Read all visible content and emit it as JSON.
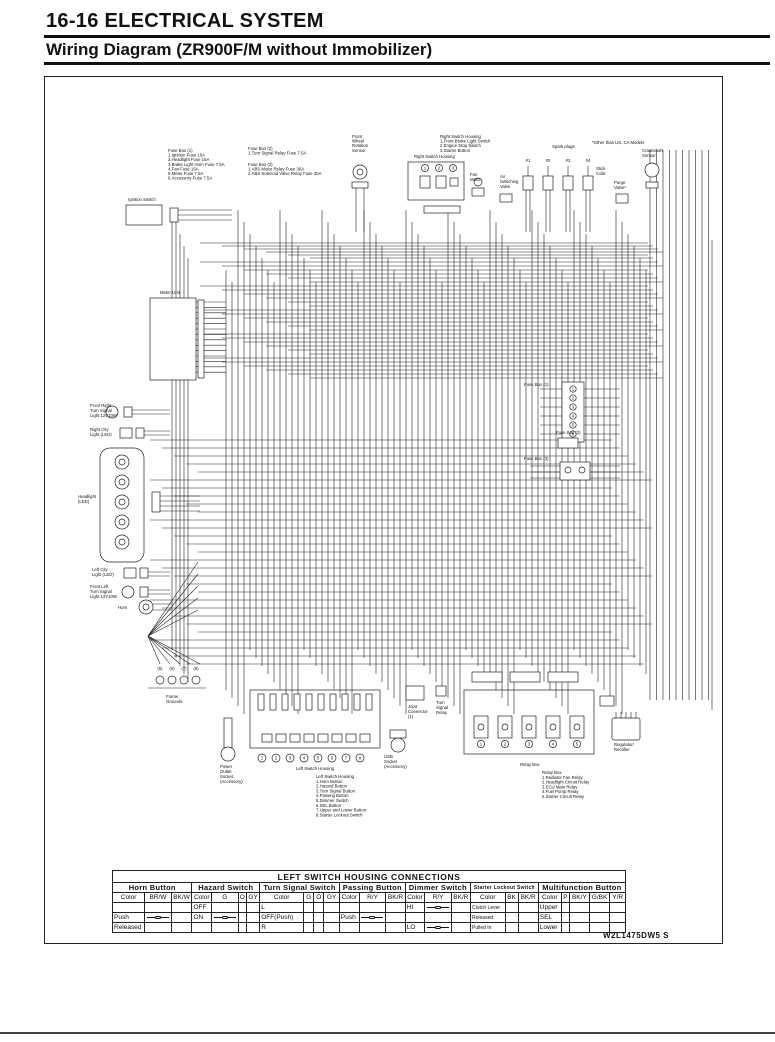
{
  "header": {
    "section": "16-16 ELECTRICAL SYSTEM",
    "title": "Wiring Diagram (ZR900F/M without Immobilizer)"
  },
  "diagram_code": "W2L1475DW5  S",
  "labels": {
    "fuse_box1_title": "Fuse Box (1)",
    "fuse_box1_items": [
      "1.Ignition Fuse 10A",
      "2.Headlight Fuse 15A",
      "3.Brake Light Horn Fuse 7.5A",
      "4.Fan Fuse 15A",
      "5.Meter Fuse 7.5A",
      "6.Accessory Fuse 7.5A"
    ],
    "fuse_box2_title": "Fuse Box (2)",
    "fuse_box2_items": [
      "1.Turn Signal Relay Fuse 7.5A"
    ],
    "fuse_box3_title": "Fuse Box (3)",
    "fuse_box3_items": [
      "1.ABS Motor Relay Fuse 30A",
      "2.ABS Solenoid Valve Relay Fuse 30A"
    ],
    "front_wheel_sensor": [
      "Front",
      "Wheel",
      "Rotation",
      "Sensor"
    ],
    "right_switch_title": "Right Switch Housing",
    "right_switch_items": [
      "1.Front Brake Light Switch",
      "2.Engine Stop Switch",
      "3.Starter Button"
    ],
    "right_switch_housing": "Right Switch Housing",
    "other_than": "*Other than US, CA Models",
    "crankshaft": [
      "Crankshaft",
      "Sensor"
    ],
    "fan_motor": [
      "Fan",
      "Motor"
    ],
    "air_switching": [
      "Air",
      "Switching",
      "Valve"
    ],
    "spark_plugs": "Spark plugs",
    "stick_coils": [
      "Stick",
      "Coils"
    ],
    "purge_valve": [
      "Purge",
      "Valve*"
    ],
    "cylinders": [
      "#1",
      "#2",
      "#3",
      "#4"
    ],
    "ignition_switch": "Ignition Switch",
    "meter_unit": "Meter Unit",
    "front_right_turn": [
      "Front Right",
      "Turn Signal",
      "Light 12V10W"
    ],
    "right_city": [
      "Right City",
      "Light (LED)"
    ],
    "headlight": [
      "Headlight",
      "(LED)"
    ],
    "left_city": [
      "Left City",
      "Light (LED)"
    ],
    "front_left_turn": [
      "Front Left",
      "Turn Signal",
      "Light 12V10W"
    ],
    "horn": "Horn",
    "frame_grounds": [
      "Frame",
      "Grounds"
    ],
    "ground_nums": [
      "(5)",
      "(6)",
      "(7)",
      "(8)"
    ],
    "fuse_box1_block": "Fuse Box (1)",
    "fuse_box2_block": "Fuse Box (2)",
    "fuse_box3_block": "Fuse Box (3)",
    "power_outlet": [
      "Power",
      "Outlet",
      "Socket",
      "(Accessory)"
    ],
    "left_switch_housing": "Left Switch Housing",
    "left_switch_title": "Left Switch Housing",
    "left_switch_items": [
      "1.Horn Button",
      "2.Hazard Button",
      "3.Turn Signal Button",
      "4.Passing Button",
      "5.Dimmer Switch",
      "6.SEL Button",
      "7.Upper and Lower Button",
      "8.Starter Lockout Switch"
    ],
    "usb_socket": [
      "USB",
      "Socket",
      "(Accessory)"
    ],
    "joint_connector": [
      "Joint",
      "Connector",
      "(1)"
    ],
    "turn_signal_relay": [
      "Turn",
      "Signal",
      "Relay"
    ],
    "relay_box": "Relay Box",
    "relay_box_title": "Relay Box",
    "relay_box_items": [
      "1.Radiator Fan Relay",
      "2.Headlight Circuit Relay",
      "3.ECU Main Relay",
      "4.Fuel Pump Relay",
      "5.Starter Circuit Relay"
    ],
    "regulator": [
      "Regulator/",
      "Rectifier"
    ],
    "ls_nums": [
      "1",
      "2",
      "3",
      "4",
      "5",
      "6",
      "7",
      "8"
    ],
    "rb_nums": [
      "1",
      "2",
      "3",
      "4",
      "5"
    ],
    "rs_nums": [
      "1",
      "2",
      "3"
    ]
  },
  "table": {
    "title": "LEFT SWITCH HOUSING CONNECTIONS",
    "groups": [
      "Horn Button",
      "Hazard Switch",
      "Turn Signal Switch",
      "Passing Button",
      "Dimmer Switch",
      "Starter Lockout Switch",
      "Multifunction Button"
    ],
    "horn": {
      "header": [
        "Color",
        "BR/W",
        "BK/W"
      ],
      "rows": [
        [
          "",
          "",
          ""
        ],
        [
          "Push",
          "conn",
          ""
        ],
        [
          "Released",
          "",
          ""
        ]
      ]
    },
    "hazard": {
      "header": [
        "Color",
        "G",
        "O",
        "GY"
      ],
      "rows": [
        [
          "OFF",
          "",
          "",
          ""
        ],
        [
          "ON",
          "conn",
          "",
          ""
        ],
        [
          "",
          "",
          "",
          ""
        ]
      ]
    },
    "turn": {
      "header": [
        "Color",
        "G",
        "O",
        "GY"
      ],
      "rows": [
        [
          "L",
          "",
          "",
          ""
        ],
        [
          "OFF(Push)",
          "",
          "",
          ""
        ],
        [
          "R",
          "",
          "",
          ""
        ]
      ]
    },
    "passing": {
      "header": [
        "Color",
        "R/Y",
        "BK/R"
      ],
      "rows": [
        [
          "",
          "",
          ""
        ],
        [
          "Push",
          "conn",
          ""
        ],
        [
          "",
          "",
          ""
        ]
      ]
    },
    "dimmer": {
      "header": [
        "Color",
        "R/Y",
        "BK/R"
      ],
      "rows": [
        [
          "HI",
          "conn",
          ""
        ],
        [
          "",
          "",
          ""
        ],
        [
          "LO",
          "conn",
          ""
        ]
      ]
    },
    "lockout": {
      "header": [
        "Color",
        "BK",
        "BK/R"
      ],
      "rows": [
        [
          "Clutch Lever",
          "",
          ""
        ],
        [
          "Released",
          "",
          ""
        ],
        [
          "Pulled In",
          "",
          ""
        ]
      ]
    },
    "multi": {
      "header": [
        "Color",
        "P",
        "BK/Y",
        "G/BK",
        "Y/R"
      ],
      "rows": [
        [
          "Upper",
          "",
          "",
          "",
          ""
        ],
        [
          "SEL",
          "",
          "",
          "",
          ""
        ],
        [
          "Lower",
          "",
          "",
          "",
          ""
        ]
      ]
    }
  }
}
